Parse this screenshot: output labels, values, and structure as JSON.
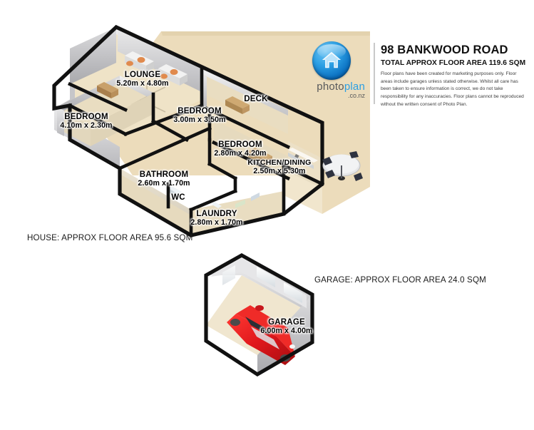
{
  "header": {
    "address": "98 BANKWOOD ROAD",
    "total_area": "TOTAL APPROX FLOOR AREA 119.6 SQM",
    "disclaimer": "Floor plans have been created for marketing purposes only. Floor areas include garages unless stated otherwise. Whilst all care has been taken to ensure information is correct, we do not take responsibility for any inaccuracies. Floor plans cannot be reproduced without the written consent of Photo Plan.",
    "logo": {
      "icon": "house-icon",
      "text_part1": "photo",
      "text_part2": "plan",
      "subtext": ".co.nz",
      "brand_blue": "#2b9fe4",
      "brand_grey": "#58595b"
    }
  },
  "areas": {
    "house": "HOUSE: APPROX FLOOR AREA 95.6 SQM",
    "garage": "GARAGE: APPROX FLOOR AREA 24.0 SQM"
  },
  "rooms": [
    {
      "name": "LOUNGE",
      "dims": "5.20m x 4.80m"
    },
    {
      "name": "BEDROOM",
      "dims": "4.10m x 2.30m"
    },
    {
      "name": "BEDROOM",
      "dims": "3.00m x 3.50m"
    },
    {
      "name": "BEDROOM",
      "dims": "2.80m x 4.20m"
    },
    {
      "name": "KITCHEN/DINING",
      "dims": "2.50m x 5.30m"
    },
    {
      "name": "BATHROOM",
      "dims": "2.60m x 1.70m"
    },
    {
      "name": "WC",
      "dims": ""
    },
    {
      "name": "LAUNDRY",
      "dims": "2.80m x 1.70m"
    },
    {
      "name": "DECK",
      "dims": ""
    },
    {
      "name": "GARAGE",
      "dims": "6.00m x 4.00m"
    }
  ],
  "colors": {
    "wall_line": "#111111",
    "floor_light": "#f0e4c9",
    "deck": "#ecdcbb",
    "wall_face": "#d8d8da",
    "car_red": "#e0171c",
    "background": "#ffffff"
  }
}
